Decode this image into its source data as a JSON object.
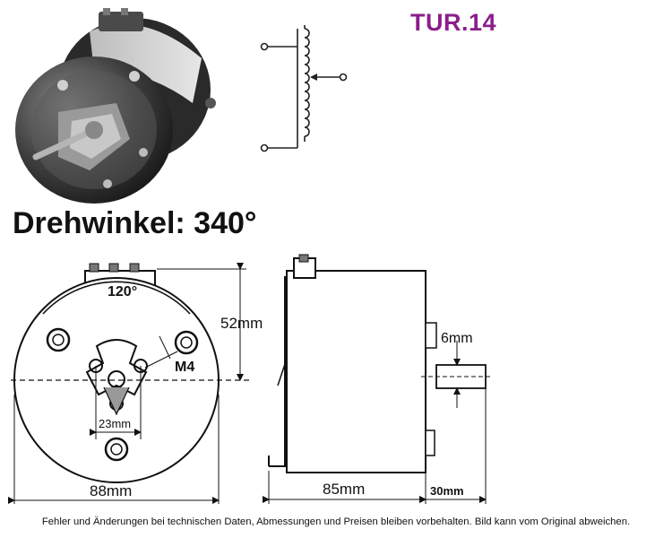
{
  "header": {
    "model_code": "TUR.14",
    "rotation_label": "Drehwinkel: 340°"
  },
  "drawing": {
    "angle_label": "120°",
    "dim_height": "52mm",
    "dim_shaft": "6mm",
    "thread": "M4",
    "dim_hole_spacing": "23mm",
    "dim_diameter": "88mm",
    "dim_depth": "85mm",
    "dim_shaft_length": "30mm"
  },
  "footer": {
    "disclaimer": "Fehler und Änderungen bei technischen Daten, Abmessungen und Preisen bleiben vorbehalten. Bild kann vom Original abweichen."
  }
}
